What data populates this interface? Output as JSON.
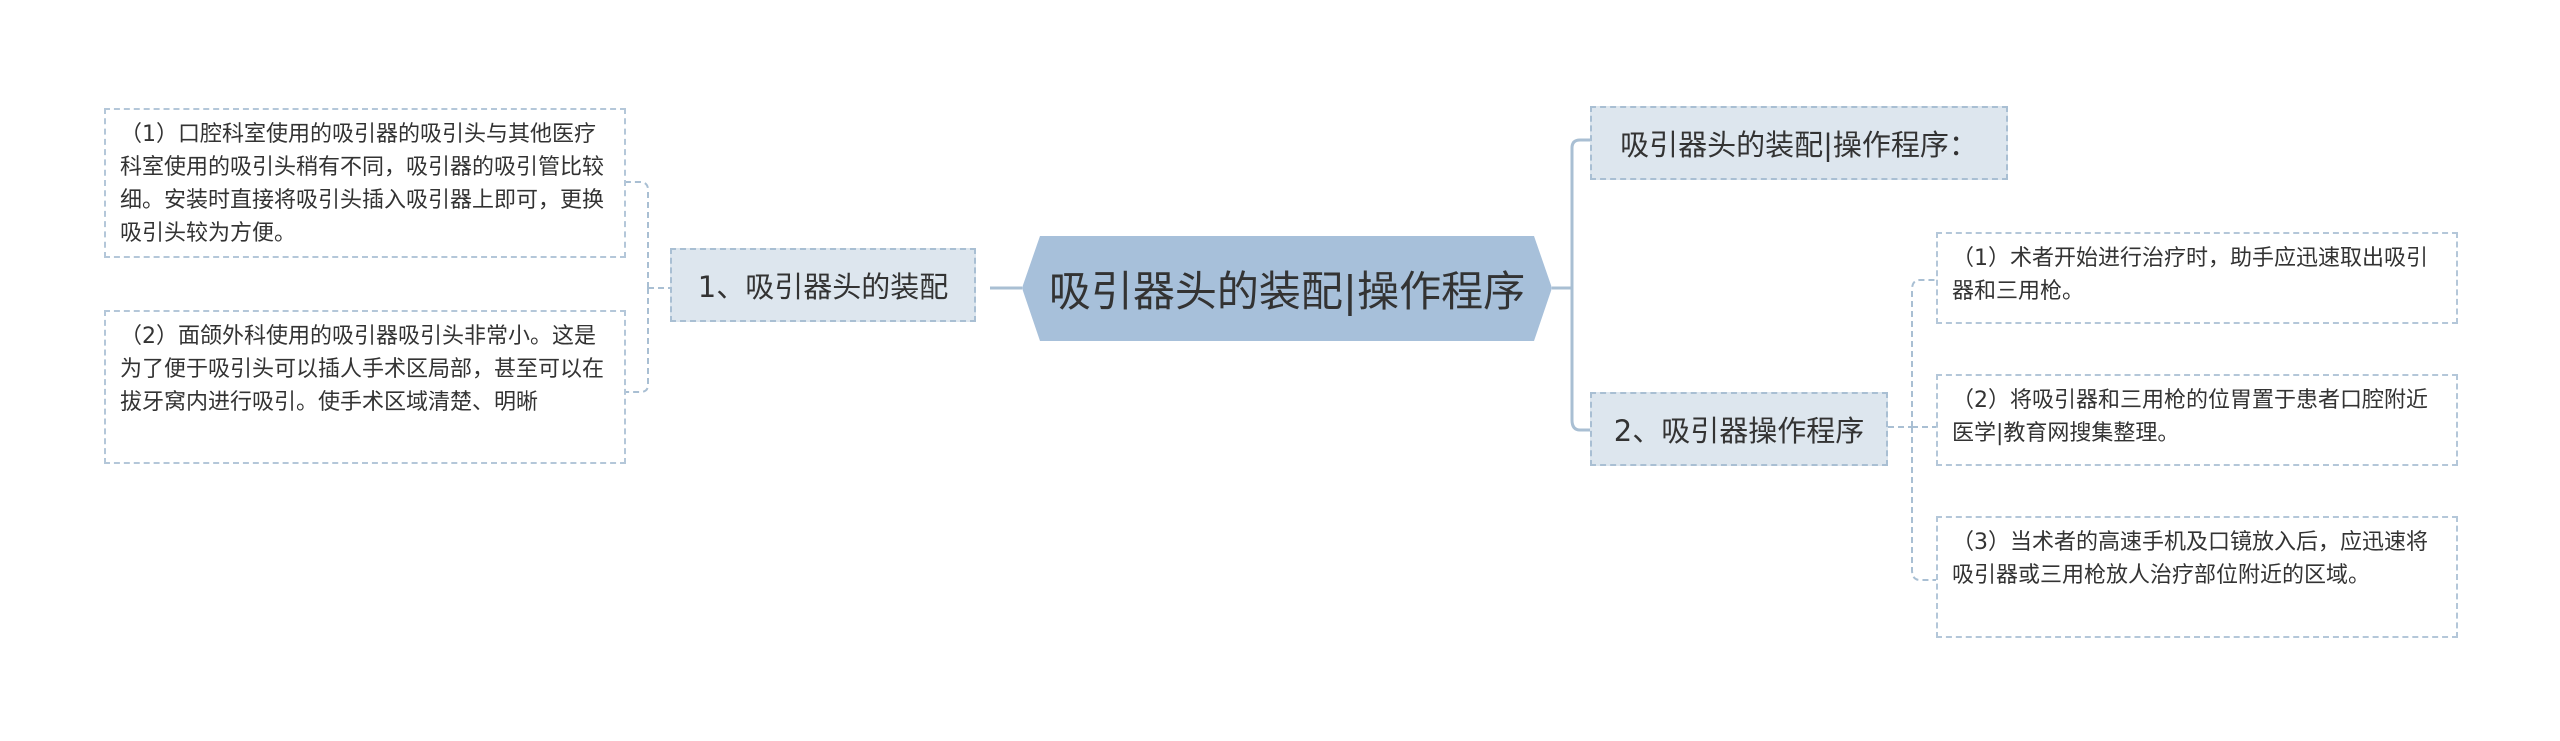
{
  "central_topic": "吸引器头的装配|操作程序",
  "left_branch": {
    "label": "1、吸引器头的装配",
    "items": [
      "（1）口腔科室使用的吸引器的吸引头与其他医疗科室使用的吸引头稍有不同，吸引器的吸引管比较细。安装时直接将吸引头插入吸引器上即可，更换吸引头较为方便。",
      "（2）面颌外科使用的吸引器吸引头非常小。这是为了便于吸引头可以插人手术区局部，甚至可以在拔牙窝内进行吸引。使手术区域清楚、明晰"
    ]
  },
  "right_branches": [
    {
      "label": "吸引器头的装配|操作程序："
    },
    {
      "label": "2、吸引器操作程序",
      "items": [
        "（1）术者开始进行治疗时，助手应迅速取出吸引器和三用枪。",
        "（2）将吸引器和三用枪的位胃置于患者口腔附近医学|教育网搜集整理。",
        "（3）当术者的高速手机及口镜放入后，应迅速将吸引器或三用枪放人治疗部位附近的区域。"
      ]
    }
  ],
  "colors": {
    "central_fill": "#a7c0da",
    "topic_fill": "#dde6ee",
    "topic_border": "#a9bfd3",
    "leaf_border": "#b4c7d9",
    "connector": "#a9bfd3",
    "text": "#333333"
  }
}
